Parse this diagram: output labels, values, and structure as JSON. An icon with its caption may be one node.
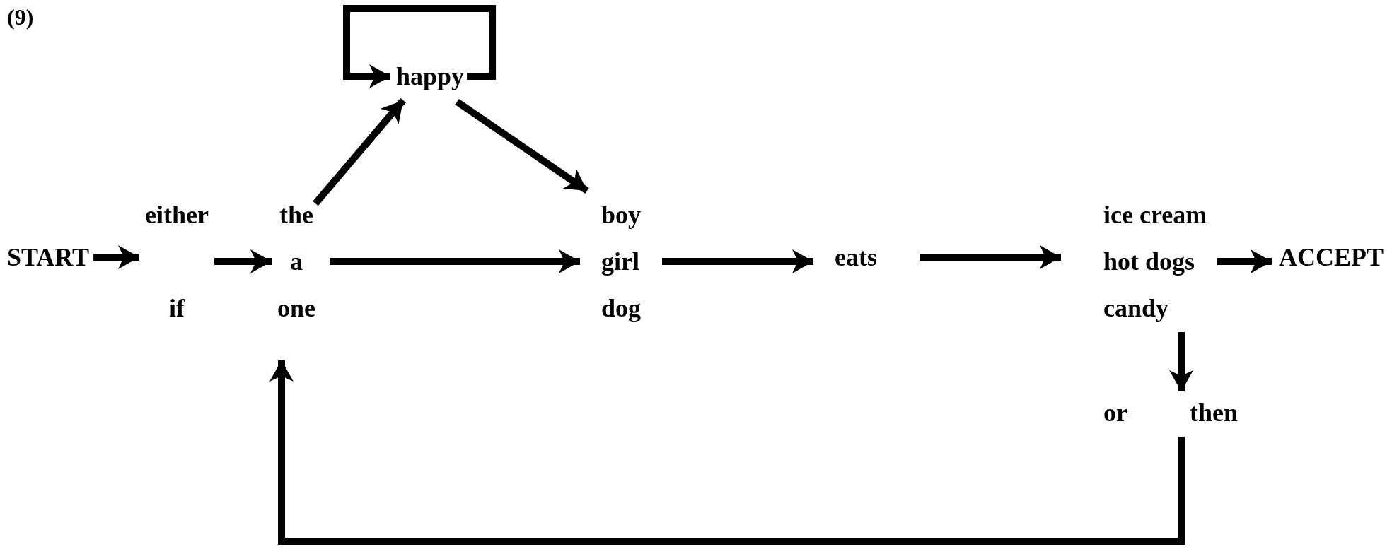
{
  "diagram": {
    "nodes": [
      {
        "text": [
          "START"
        ]
      },
      {
        "text": [
          "either",
          "if"
        ]
      },
      {
        "text": [
          "the",
          "a",
          "one"
        ]
      },
      {
        "text": [
          "happy"
        ]
      },
      {
        "text": [
          "boy",
          "girl",
          "dog"
        ]
      },
      {
        "text": [
          "eats"
        ]
      },
      {
        "text": [
          "ice cream",
          "hot dogs",
          "candy"
        ]
      },
      {
        "text": [
          "ACCEPT"
        ]
      },
      {
        "text": [
          "or",
          "then"
        ]
      }
    ],
    "edges": [
      {
        "from": 0,
        "to": 1,
        "arrow": "to"
      },
      {
        "from": 1,
        "to": 2,
        "arrow": "to"
      },
      {
        "from": 2,
        "to": 3,
        "arrow": "to"
      },
      {
        "from": 3,
        "to": 3,
        "arrow": "to"
      },
      {
        "from": 3,
        "to": 4,
        "arrow": "to"
      },
      {
        "from": 2,
        "to": 4,
        "arrow": "to"
      },
      {
        "from": 4,
        "to": 5,
        "arrow": "to"
      },
      {
        "from": 5,
        "to": 6,
        "arrow": "to"
      },
      {
        "from": 6,
        "to": 7,
        "arrow": "to"
      },
      {
        "from": 6,
        "to": 8,
        "arrow": "to"
      },
      {
        "from": 8,
        "to": 2,
        "arrow": "to"
      }
    ],
    "labels": [
      "(9)"
    ]
  }
}
